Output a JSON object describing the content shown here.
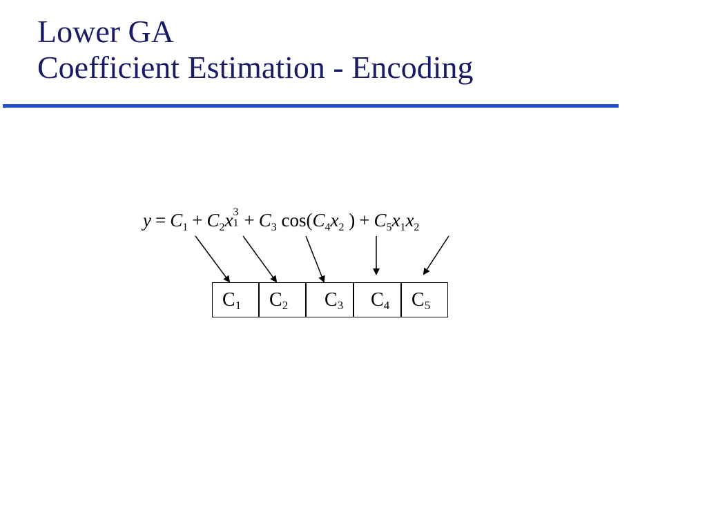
{
  "slide": {
    "title_line1": "Lower GA",
    "title_line2": "Coefficient Estimation - Encoding",
    "rule_color": "#1f4fcc",
    "title_color": "#1a1a66"
  },
  "equation": {
    "lhs": "y",
    "equals": "=",
    "plus": "+",
    "coef_symbol": "C",
    "var_symbol": "x",
    "cos": "cos(",
    "close_paren": ")",
    "sub1": "1",
    "sub2": "2",
    "sub3": "3",
    "sub4": "4",
    "sub5": "5",
    "exp3": "3"
  },
  "chromosome": {
    "genes": [
      {
        "symbol": "C",
        "sub": "1"
      },
      {
        "symbol": "C",
        "sub": "2"
      },
      {
        "symbol": "C",
        "sub": "3"
      },
      {
        "symbol": "C",
        "sub": "4"
      },
      {
        "symbol": "C",
        "sub": "5"
      }
    ]
  }
}
